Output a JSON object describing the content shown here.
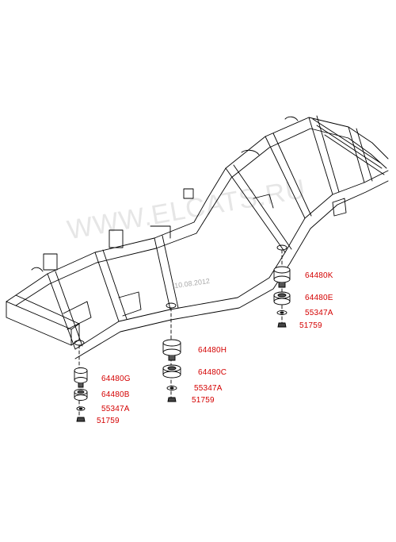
{
  "watermark": "WWW.ELCATS.RU",
  "date_stamp": "10.08.2012",
  "labels": {
    "k": "64480K",
    "e": "64480E",
    "a_right": "55347A",
    "n_right": "51759",
    "h": "64480H",
    "c": "64480C",
    "a_mid": "55347A",
    "n_mid": "51759",
    "g": "64480G",
    "b": "64480B",
    "a_left": "55347A",
    "n_left": "51759"
  },
  "colors": {
    "label": "#d40000",
    "line": "#000000"
  }
}
